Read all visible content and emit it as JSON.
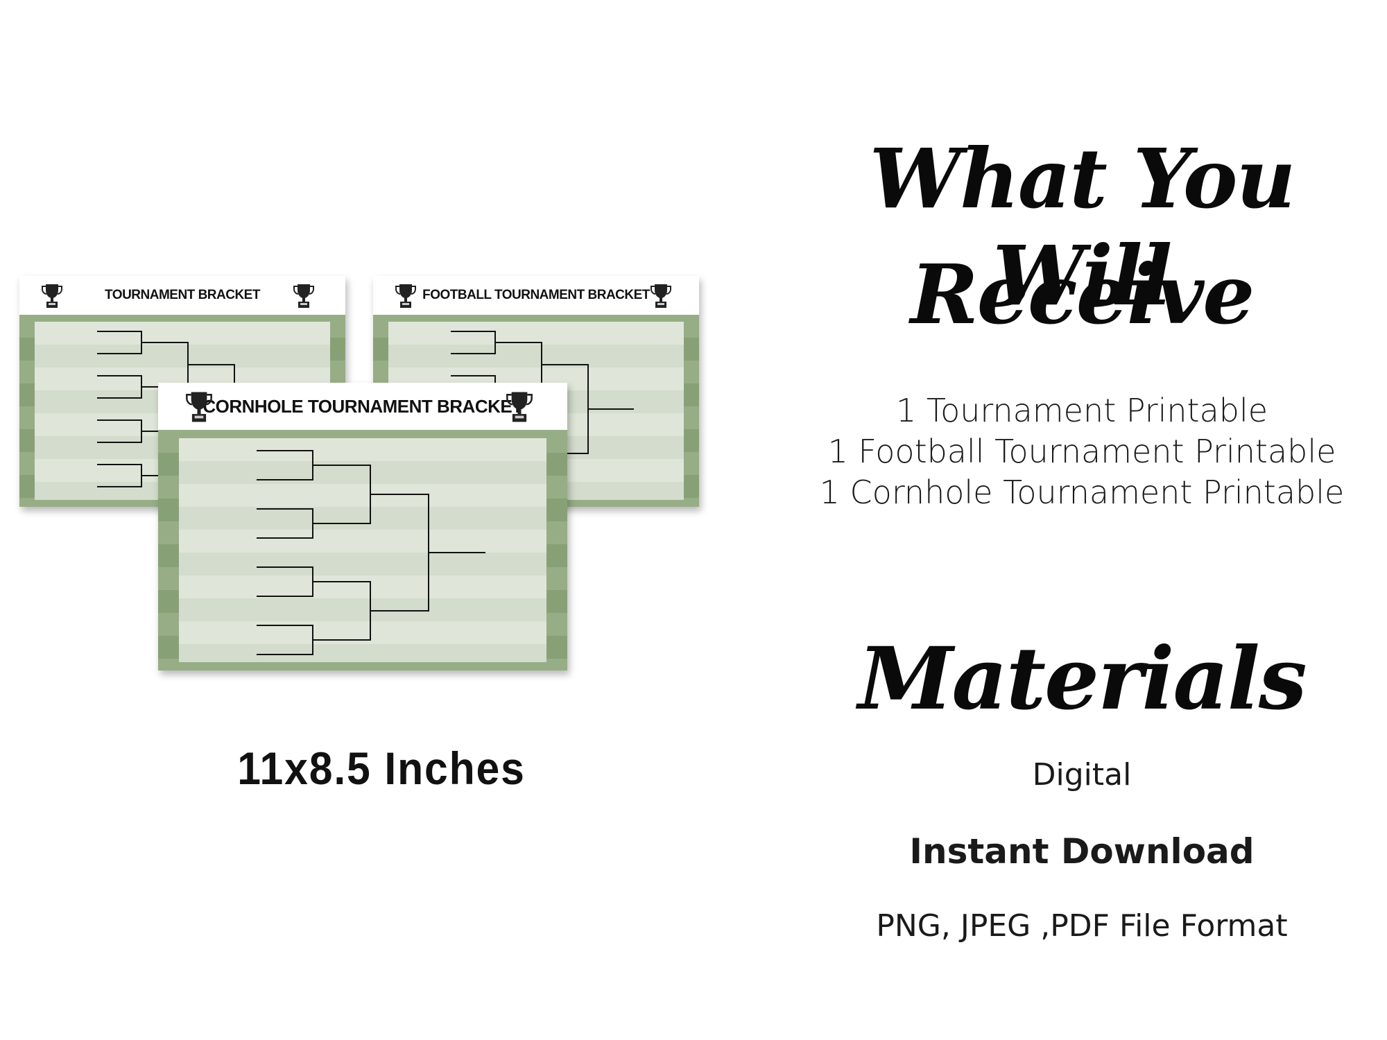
{
  "cards": [
    {
      "title": "TOURNAMENT BRACKET"
    },
    {
      "title": "FOOTBALL TOURNAMENT BRACKET"
    },
    {
      "title": "CORNHOLE TOURNAMENT BRACKET"
    }
  ],
  "size_label": "11x8.5 Inches",
  "heading_receive_line1": "What You Will",
  "heading_receive_line2": "Receive",
  "receive_items": [
    "1 Tournament Printable",
    "1 Football Tournament Printable",
    "1 Cornhole Tournament Printable"
  ],
  "heading_materials": "Materials",
  "materials": {
    "type": "Digital",
    "delivery": "Instant Download",
    "formats": "PNG, JPEG ,PDF File Format"
  },
  "icons": {
    "trophy": "trophy-icon"
  },
  "colors": {
    "field_light": "#dfe6d9",
    "field_dark": "#d3dccd",
    "grass": "#8fa67c",
    "ink": "#111111"
  }
}
